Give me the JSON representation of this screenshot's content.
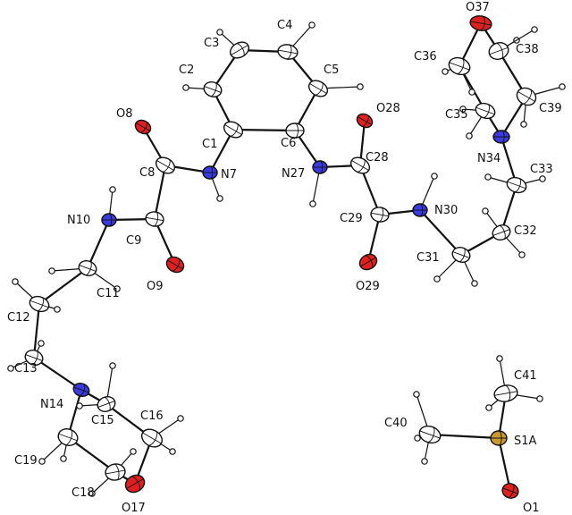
{
  "labels": {
    "C1": "C1",
    "C2": "C2",
    "C3": "C3",
    "C4": "C4",
    "C5": "C5",
    "C6": "C6",
    "N7": "N7",
    "C8": "C8",
    "O8": "O8",
    "C9": "C9",
    "O9": "O9",
    "N10": "N10",
    "C11": "C11",
    "C12": "C12",
    "C13": "C13",
    "N14": "N14",
    "C15": "C15",
    "C16": "C16",
    "O17": "O17",
    "C18": "C18",
    "C19": "C19",
    "N27": "N27",
    "C28": "C28",
    "O28": "O28",
    "C29": "C29",
    "O29": "O29",
    "N30": "N30",
    "C31": "C31",
    "C32": "C32",
    "C33": "C33",
    "N34": "N34",
    "C35": "C35",
    "C36": "C36",
    "O37": "O37",
    "C38": "C38",
    "C39": "C39",
    "C40": "C40",
    "S1A": "S1A",
    "C41": "C41",
    "O1": "O1"
  },
  "colors": {
    "carbon": "#ffffff",
    "nitrogen": "#3a3ae0",
    "oxygen": "#e02020",
    "sulfur": "#c89a30",
    "bond": "#111111"
  }
}
